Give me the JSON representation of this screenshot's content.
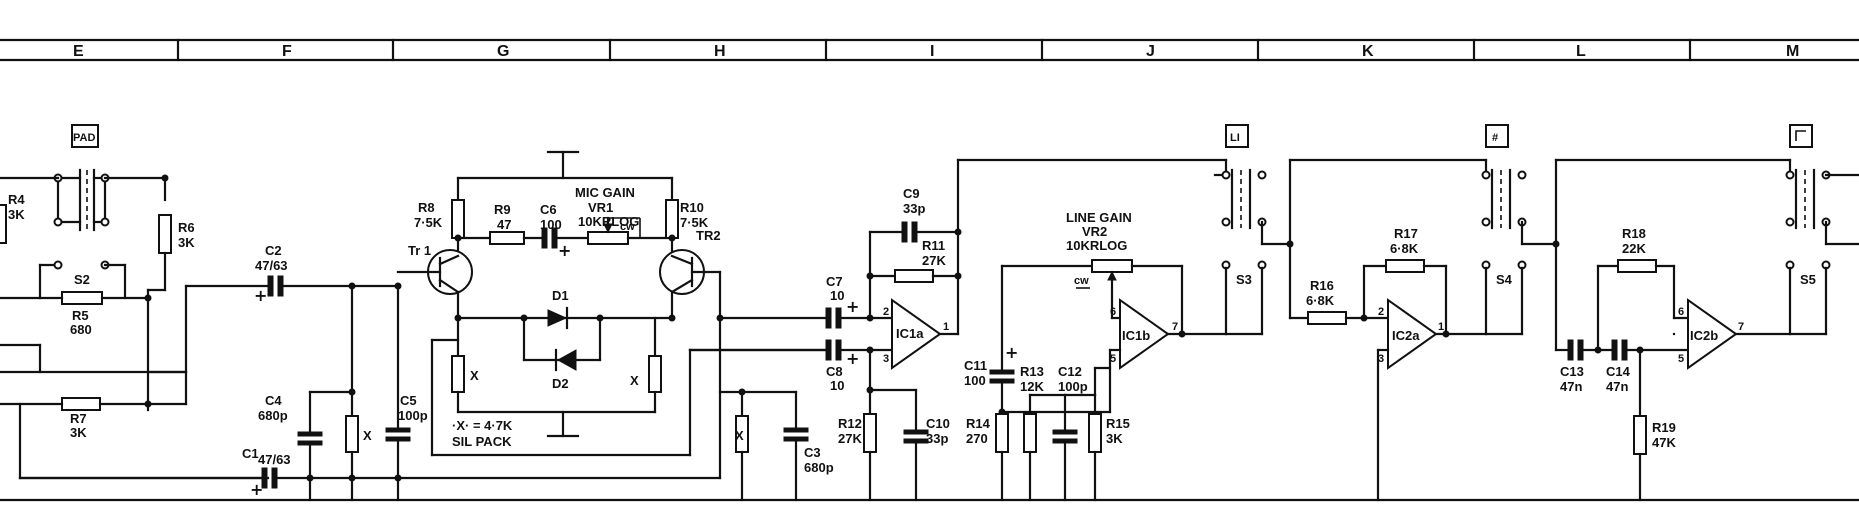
{
  "grid": {
    "columns": [
      "E",
      "F",
      "G",
      "H",
      "I",
      "J",
      "K",
      "L",
      "M"
    ]
  },
  "labels": {
    "pad": "PAD",
    "r4": "R4",
    "r4_val": "3K",
    "r6": "R6",
    "r6_val": "3K",
    "s2": "S2",
    "r5": "R5",
    "r5_val": "680",
    "r7": "R7",
    "r7_val": "3K",
    "c2": "C2",
    "c2_val": "47/63",
    "c1": "C1",
    "c1_val": "47/63",
    "c4": "C4",
    "c4_val": "680p",
    "c5": "C5",
    "c5_val": "100p",
    "tr1": "Tr 1",
    "r8": "R8",
    "r8_val": "7·5K",
    "r9": "R9",
    "r9_val": "47",
    "c6": "C6",
    "c6_val": "100",
    "mic_gain": "MIC GAIN",
    "vr1": "VR1",
    "vr1_val": "10KRLOG",
    "cw1": "cw",
    "r10": "R10",
    "r10_val": "7·5K",
    "tr2": "TR2",
    "d1": "D1",
    "d2": "D2",
    "x": "X",
    "x_note1": "·X· = 4·7K",
    "x_note2": "SIL PACK",
    "c3": "C3",
    "c3_val": "680p",
    "c7": "C7",
    "c7_val": "10",
    "c8": "C8",
    "c8_val": "10",
    "c9": "C9",
    "c9_val": "33p",
    "r11": "R11",
    "r11_val": "27K",
    "ic1a": "IC1a",
    "r12": "R12",
    "r12_val": "27K",
    "c10": "C10",
    "c10_val": "33p",
    "line_gain": "LINE GAIN",
    "vr2": "VR2",
    "vr2_val": "10KRLOG",
    "cw2": "cw",
    "ic1b": "IC1b",
    "c11": "C11",
    "c11_val": "100",
    "r13": "R13",
    "r13_val": "12K",
    "c12": "C12",
    "c12_val": "100p",
    "r14": "R14",
    "r14_val": "270",
    "r15": "R15",
    "r15_val": "3K",
    "s3": "S3",
    "r16": "R16",
    "r16_val": "6·8K",
    "r17": "R17",
    "r17_val": "6·8K",
    "ic2a": "IC2a",
    "s4": "S4",
    "c13": "C13",
    "c13_val": "47n",
    "c14": "C14",
    "c14_val": "47n",
    "r18": "R18",
    "r18_val": "22K",
    "r19": "R19",
    "r19_val": "47K",
    "ic2b": "IC2b",
    "s5": "S5"
  }
}
